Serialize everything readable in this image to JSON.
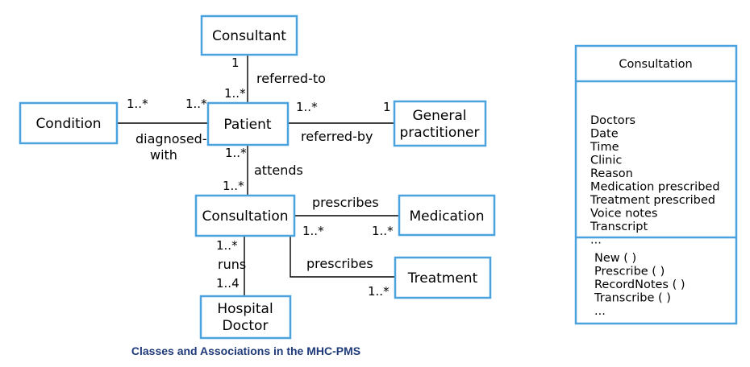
{
  "classes": {
    "consultant": "Consultant",
    "condition": "Condition",
    "patient": "Patient",
    "gp_line1": "General",
    "gp_line2": "practitioner",
    "consultation": "Consultation",
    "medication": "Medication",
    "treatment": "Treatment",
    "doctor_line1": "Hospital",
    "doctor_line2": "Doctor"
  },
  "associations": {
    "referred_to": {
      "label": "referred-to",
      "mult_top": "1",
      "mult_bottom": "1..*"
    },
    "diagnosed_with": {
      "label_line1": "diagnosed-",
      "label_line2": "with",
      "mult_condition": "1..*",
      "mult_patient": "1..*"
    },
    "referred_by": {
      "label": "referred-by",
      "mult_patient": "1..*",
      "mult_gp": "1"
    },
    "attends": {
      "label": "attends",
      "mult_top": "1..*",
      "mult_bottom": "1..*"
    },
    "prescribes_medication": {
      "label": "prescribes",
      "mult_consultation": "1..*",
      "mult_medication": "1..*"
    },
    "prescribes_treatment": {
      "label": "prescribes",
      "mult_treatment": "1..*"
    },
    "runs": {
      "label": "runs",
      "mult_top": "1..*",
      "mult_bottom": "1..4"
    }
  },
  "caption": "Classes and Associations in the MHC-PMS",
  "detail_class": {
    "name": "Consultation",
    "attributes": [
      "Doctors",
      "Date",
      "Time",
      "Clinic",
      "Reason",
      "Medication prescribed",
      "Treatment prescribed",
      "Voice notes",
      "Transcript",
      "..."
    ],
    "operations": [
      "New ( )",
      "Prescribe ( )",
      "RecordNotes ( )",
      "Transcribe ( )",
      "..."
    ]
  },
  "colors": {
    "box_border": "#4aa3df",
    "caption": "#1f3a7a"
  }
}
